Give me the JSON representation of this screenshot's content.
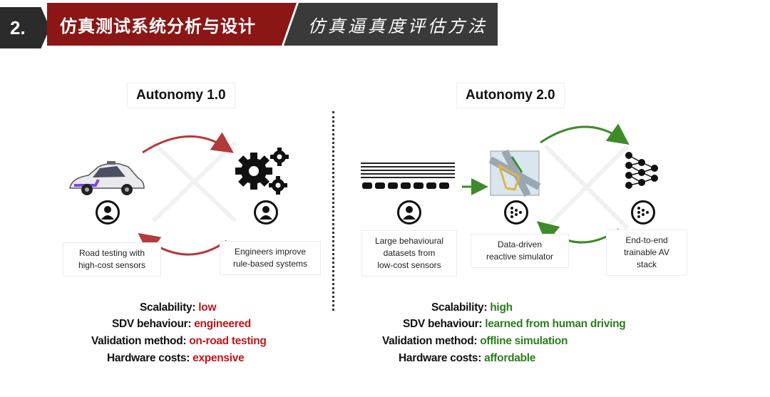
{
  "header": {
    "number": "2.",
    "title": "仿真测试系统分析与设计",
    "subtitle": "仿真逼真度评估方法"
  },
  "left": {
    "title": "Autonomy 1.0",
    "caption_left": [
      "Road testing with",
      "high-cost sensors"
    ],
    "caption_right": [
      "Engineers improve",
      "rule-based systems"
    ],
    "stats": [
      {
        "label": "Scalability:",
        "value": "low"
      },
      {
        "label": "SDV behaviour:",
        "value": "engineered"
      },
      {
        "label": "Validation method:",
        "value": "on-road testing"
      },
      {
        "label": "Hardware costs:",
        "value": "expensive"
      }
    ],
    "accent": "#c0161c",
    "arrow_color": "#b23a3a"
  },
  "right": {
    "title": "Autonomy 2.0",
    "caption_data": [
      "Large behavioural",
      "datasets from",
      "low-cost sensors"
    ],
    "caption_sim": [
      "Data-driven",
      "reactive simulator"
    ],
    "caption_stack": [
      "End-to-end",
      "trainable AV",
      "stack"
    ],
    "stats": [
      {
        "label": "Scalability:",
        "value": "high"
      },
      {
        "label": "SDV behaviour:",
        "value": "learned from human driving"
      },
      {
        "label": "Validation method:",
        "value": "offline simulation"
      },
      {
        "label": "Hardware costs:",
        "value": "affordable"
      }
    ],
    "accent": "#2e7d1f",
    "arrow_color": "#3f8a2a"
  }
}
